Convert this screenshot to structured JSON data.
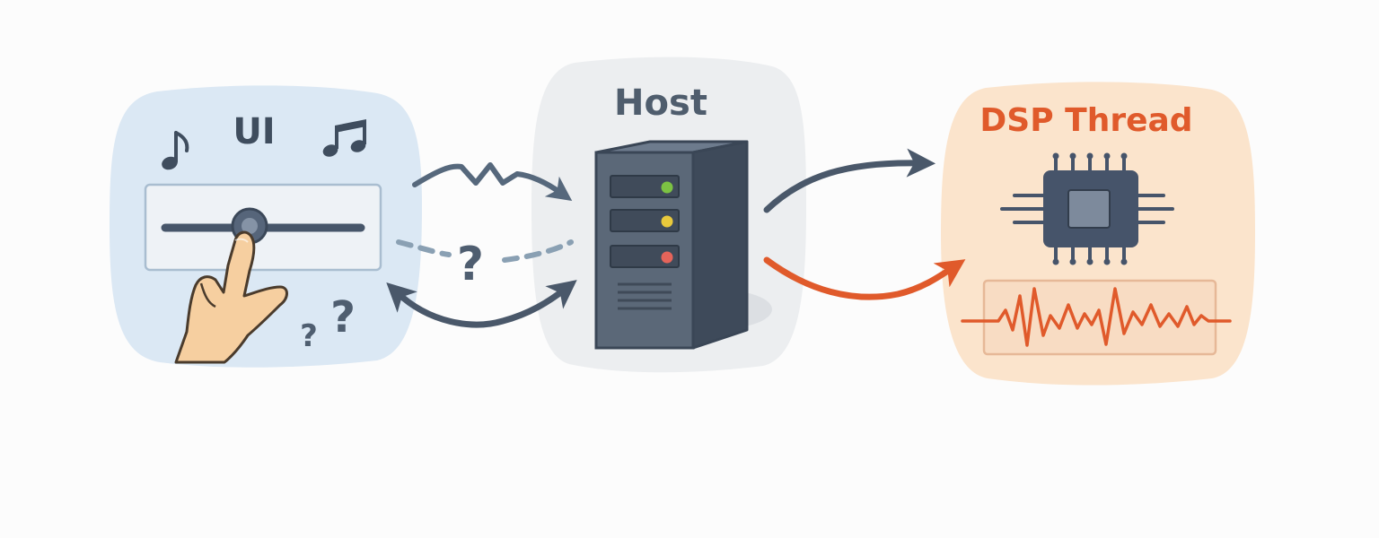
{
  "panels": {
    "ui": {
      "title": "UI"
    },
    "host": {
      "title": "Host"
    },
    "dsp": {
      "title": "DSP Thread"
    }
  },
  "marks": {
    "uncertain": "?",
    "question_a": "?",
    "question_b": "?"
  },
  "icons": {
    "ui": [
      "eighth-note-icon",
      "beamed-notes-icon",
      "slider-icon",
      "pointing-hand-icon"
    ],
    "host": [
      "server-tower-icon"
    ],
    "dsp": [
      "cpu-chip-icon",
      "waveform-icon"
    ]
  },
  "server_lights": [
    "#7cc243",
    "#e8c93c",
    "#e5645a"
  ],
  "colors": {
    "ui_panel": "#dbe8f4",
    "host_panel": "#eceef0",
    "dsp_panel": "#fbe4cc",
    "dark_slate": "#4a586a",
    "ui_title": "#3f4d5e",
    "host_title": "#4f5d6d",
    "dsp_accent": "#e05a2b",
    "dashed_arrow": "#8aa0b3"
  }
}
